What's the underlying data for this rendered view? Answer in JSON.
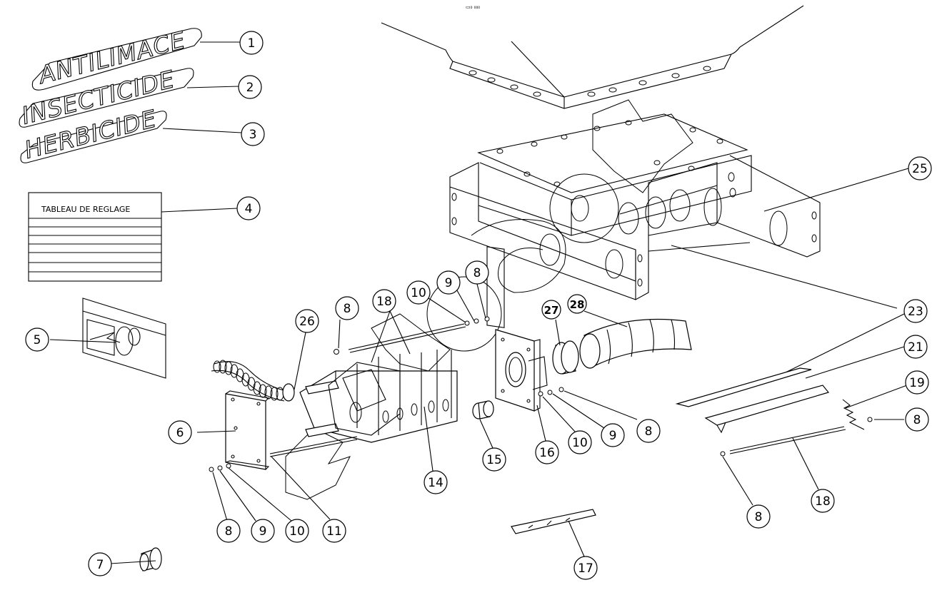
{
  "header": {
    "tag": "▭₀ ₀₀₀"
  },
  "decals": {
    "d1": "ANTILIMACE",
    "d2": "INSECTICIDE",
    "d3": "HERBICIDE"
  },
  "table": {
    "title": "TABLEAU DE REGLAGE"
  },
  "callouts": {
    "c1": "1",
    "c2": "2",
    "c3": "3",
    "c4": "4",
    "c5": "5",
    "c6": "6",
    "c7": "7",
    "c8a": "8",
    "c8b": "8",
    "c8c": "8",
    "c8d": "8",
    "c8e": "8",
    "c8f": "8",
    "c9a": "9",
    "c9b": "9",
    "c9c": "9",
    "c10a": "10",
    "c10b": "10",
    "c10c": "10",
    "c11": "11",
    "c14": "14",
    "c15": "15",
    "c16": "16",
    "c17": "17",
    "c18a": "18",
    "c18b": "18",
    "c19": "19",
    "c21": "21",
    "c23": "23",
    "c25": "25",
    "c26": "26",
    "c27": "27",
    "c28": "28"
  }
}
